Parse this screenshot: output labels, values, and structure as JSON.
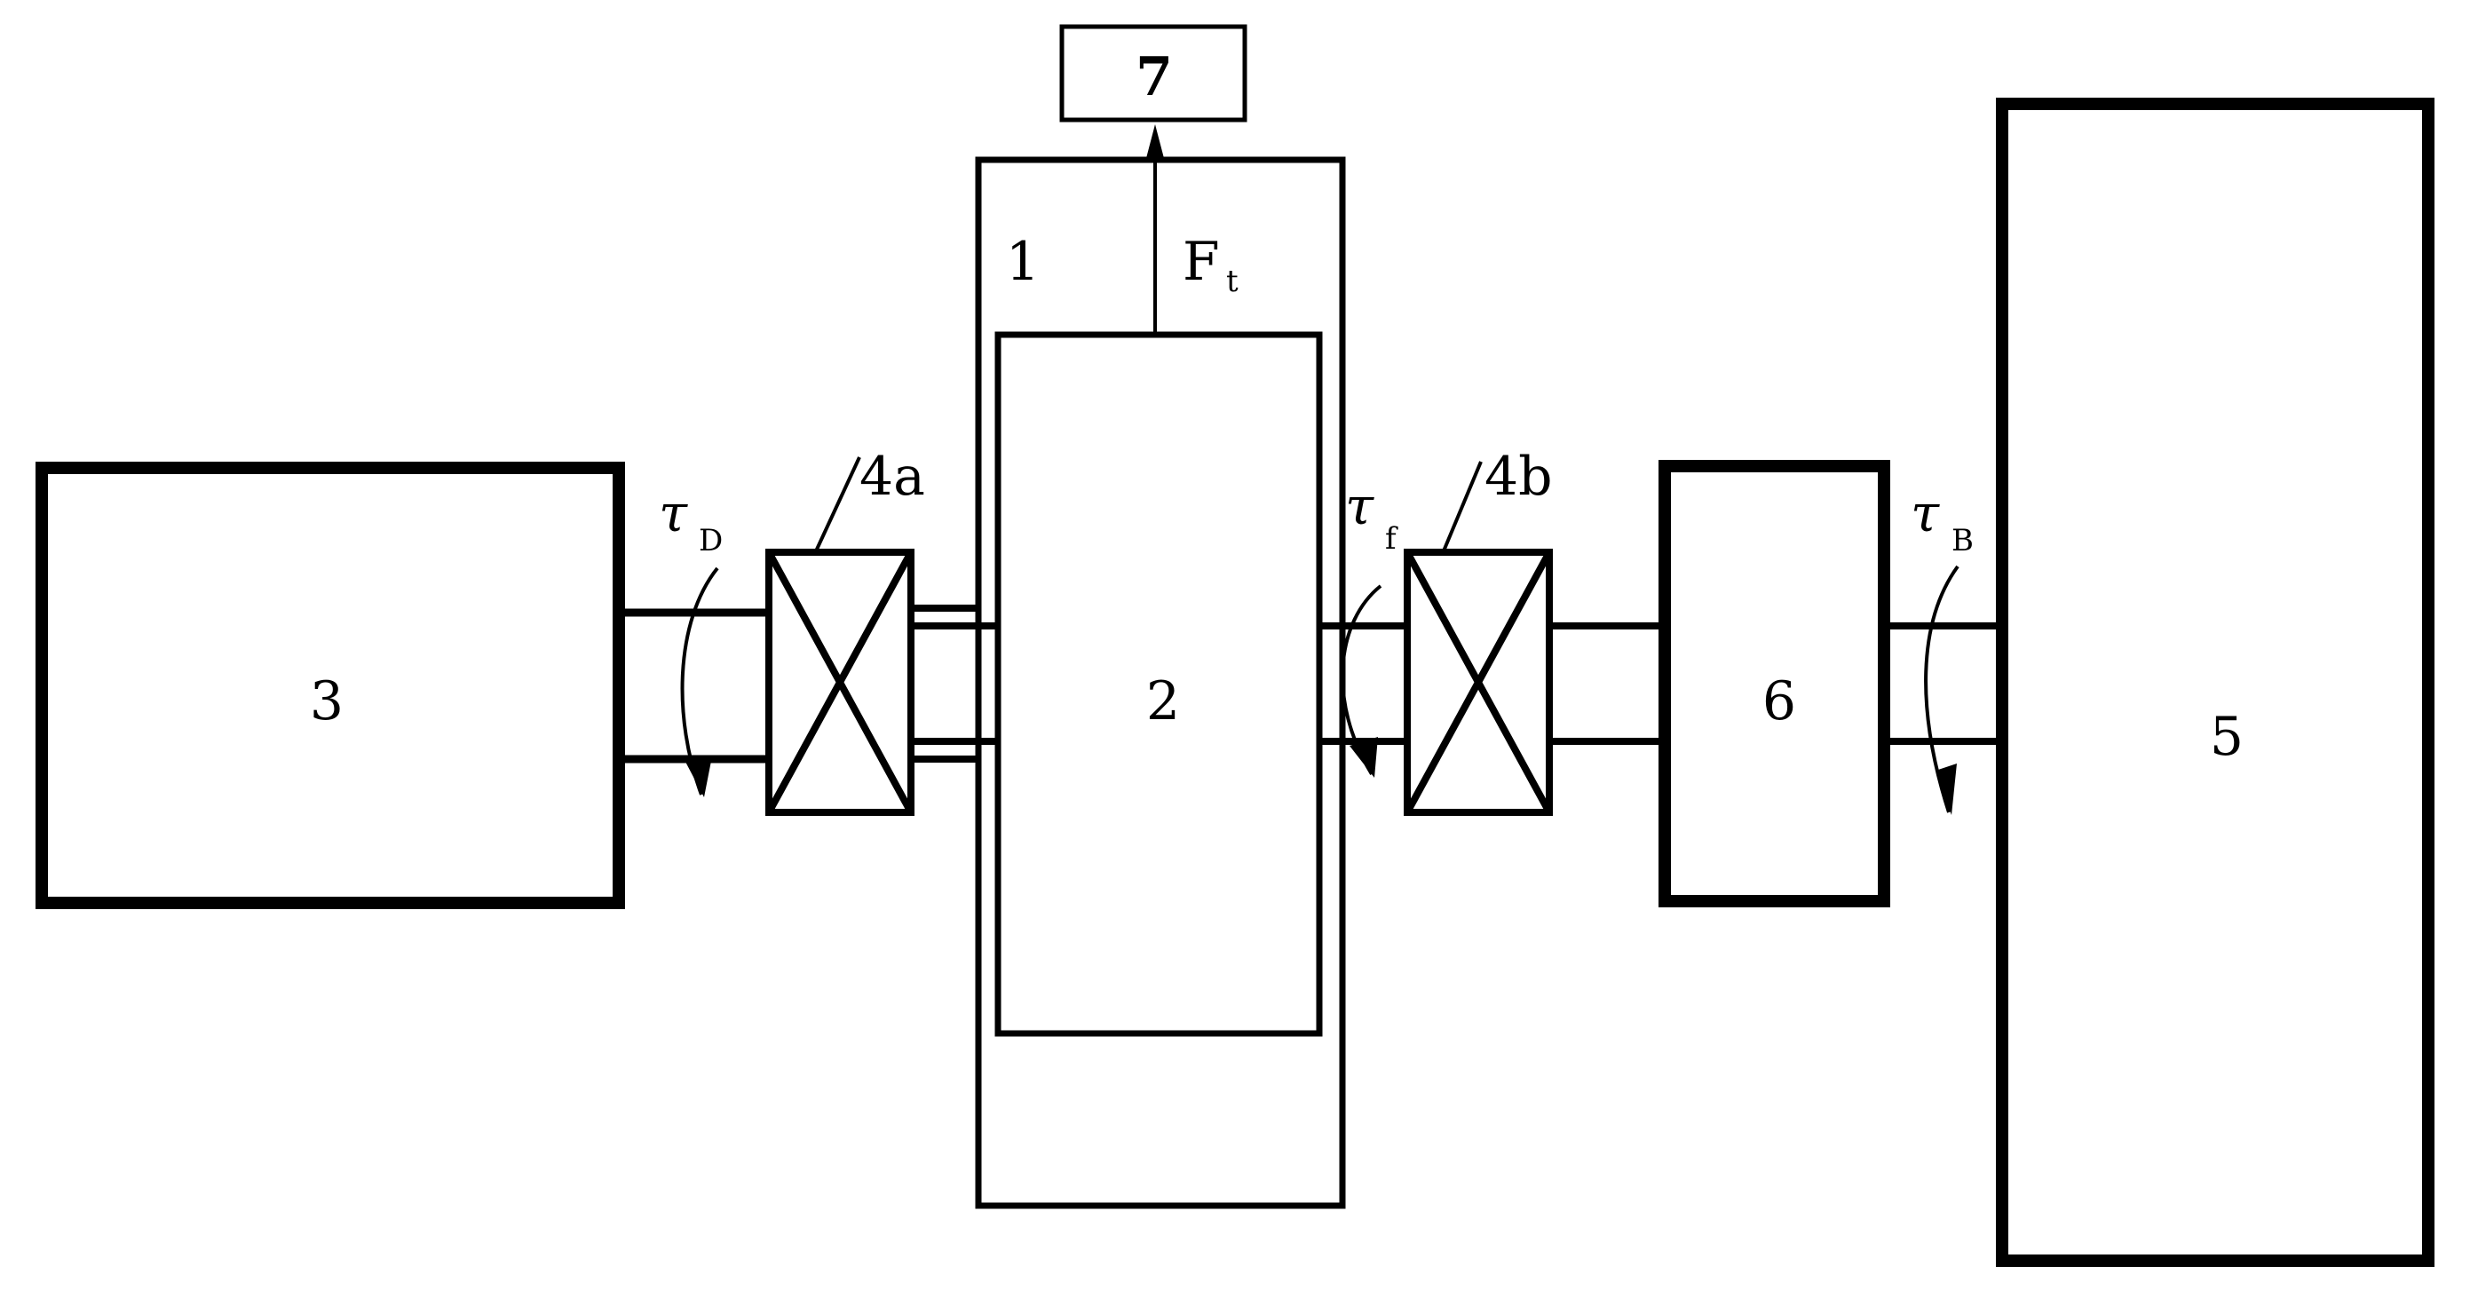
{
  "labels": {
    "housing": "1",
    "rotor": "2",
    "drive_motor": "3",
    "bearing_left": "4a",
    "bearing_right": "4b",
    "load_unit": "5",
    "coupling_unit": "6",
    "sensor": "7",
    "force_symbol": "F",
    "force_subscript": "t",
    "torque_symbol": "τ",
    "torque_drive_subscript": "D",
    "torque_friction_subscript": "f",
    "torque_brake_subscript": "B"
  }
}
